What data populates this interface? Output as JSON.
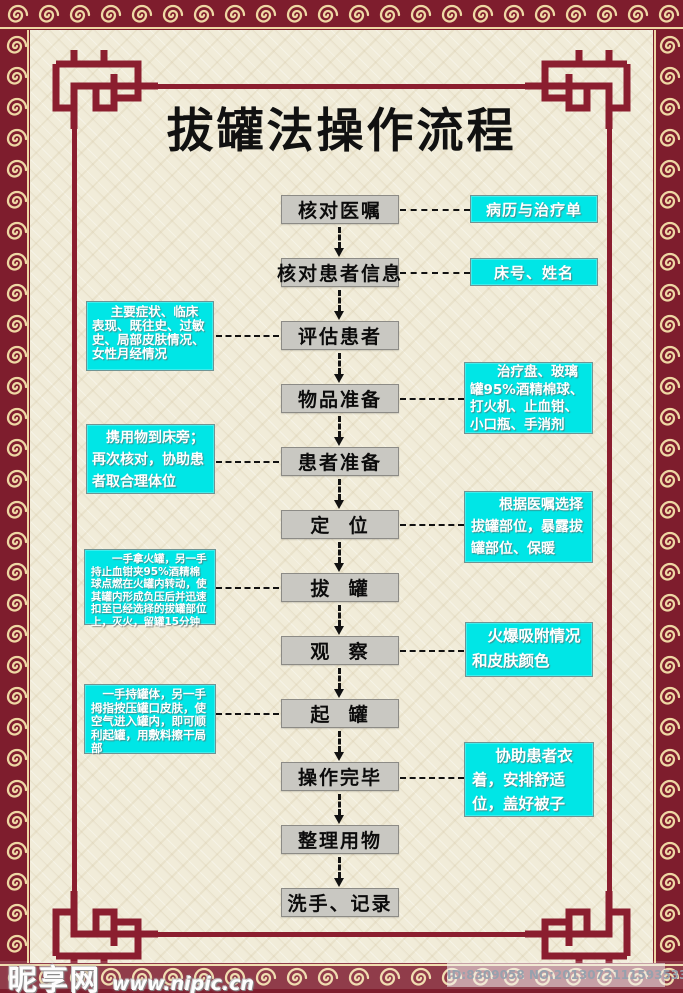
{
  "title": "拔罐法操作流程",
  "steps": [
    {
      "label": "核对医嘱"
    },
    {
      "label": "核对患者信息"
    },
    {
      "label": "评估患者"
    },
    {
      "label": "物品准备"
    },
    {
      "label": "患者准备"
    },
    {
      "label": "定  位"
    },
    {
      "label": "拔  罐"
    },
    {
      "label": "观  察"
    },
    {
      "label": "起  罐"
    },
    {
      "label": "操作完毕"
    },
    {
      "label": "整理用物"
    },
    {
      "label": "洗手、记录"
    }
  ],
  "annotations": {
    "right": [
      {
        "text": "病历与治疗单"
      },
      {
        "text": "床号、姓名"
      },
      {
        "text": "治疗盘、玻璃罐95%酒精棉球、打火机、止血钳、小口瓶、手消剂"
      },
      {
        "text": "根据医嘱选择拔罐部位，暴露拔罐部位、保暖"
      },
      {
        "text": "火爆吸附情况和皮肤颜色"
      },
      {
        "text": "协助患者衣着，安排舒适位，盖好被子"
      }
    ],
    "left": [
      {
        "text": "主要症状、临床表现、既往史、过敏史、局部皮肤情况、女性月经情况"
      },
      {
        "text": "携用物到床旁；再次核对，协助患者取合理体位"
      },
      {
        "text": "一手拿火罐，另一手持止血钳夹95%酒精棉球点燃在火罐内转动，使其罐内形成负压后并迅速扣至已经选择的拔罐部位上，灭火，留罐15分钟"
      },
      {
        "text": "一手持罐体，另一手拇指按压罐口皮肤，使空气进入罐内，即可顺利起罐，用敷料擦干局部"
      }
    ]
  },
  "watermark": {
    "site_name": "昵享网",
    "site_url": "www.nipic.cn",
    "id_text": "ID:8309058 NO:20130721115935339000"
  },
  "colors": {
    "border_maroon": "#7e1d2d",
    "ornament_gold": "#eed7a4",
    "paper_cream": "#f1ecd9",
    "step_gray": "#c9c8c2",
    "note_cyan": "#00e6e6"
  }
}
